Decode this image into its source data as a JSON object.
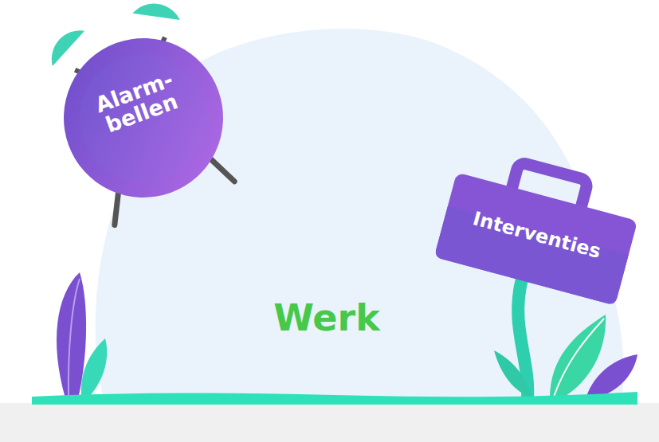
{
  "diagram": {
    "nodes": [
      {
        "text": [
          "Alarm- bellen"
        ]
      },
      {
        "text": [
          "Interventies"
        ]
      },
      {
        "text": [
          "Werk"
        ]
      }
    ]
  }
}
